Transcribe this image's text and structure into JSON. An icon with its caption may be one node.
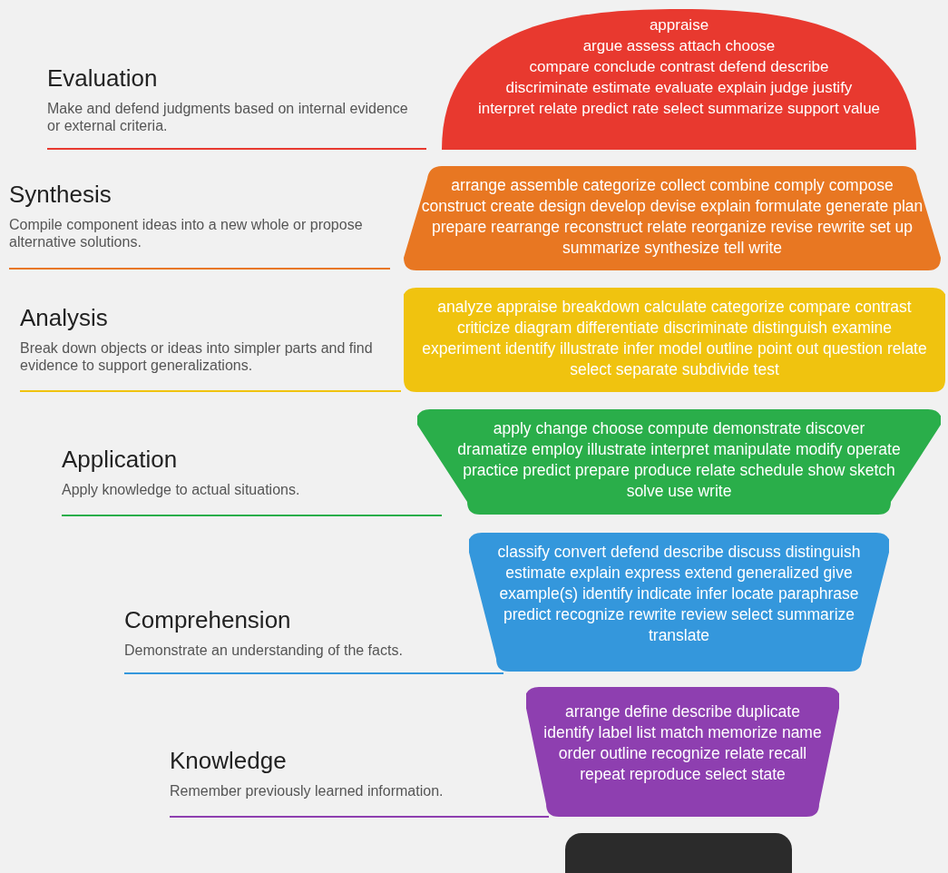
{
  "diagram": {
    "nodes": [
      {
        "text": [
          "appraise argue assess attach choose compare conclude contrast defend describe discriminate estimate evaluate explain judge justify interpret relate predict rate select summarize support value"
        ],
        "beside": [
          "Evaluation",
          "Make and defend judgments based on internal evidence or external criteria."
        ]
      },
      {
        "text": [
          "arrange assemble categorize collect combine comply compose construct create design develop devise explain formulate generate plan prepare rearrange reconstruct relate reorganize revise rewrite set up summarize synthesize tell write"
        ],
        "beside": [
          "Synthesis",
          "Compile component ideas into a new whole or propose alternative solutions."
        ]
      },
      {
        "text": [
          "analyze appraise breakdown calculate categorize compare contrast criticize diagram differentiate discriminate distinguish examine experiment identify illustrate infer model outline point out question relate select separate subdivide test"
        ],
        "beside": [
          "Analysis",
          "Break down objects or ideas into simpler parts and find evidence to support generalizations."
        ]
      },
      {
        "text": [
          "apply change choose compute demonstrate discover dramatize employ illustrate interpret manipulate modify operate practice predict prepare produce relate schedule show sketch solve use write"
        ],
        "beside": [
          "Application",
          "Apply knowledge to actual situations."
        ]
      },
      {
        "text": [
          "classify convert defend describe discuss distinguish estimate explain express extend generalized give example(s) identify indicate infer locate paraphrase predict recognize rewrite review select summarize translate"
        ],
        "beside": [
          "Comprehension",
          "Demonstrate an understanding of the facts."
        ]
      },
      {
        "text": [
          "arrange define describe duplicate identify label list match memorize name order outline recognize relate recall repeat reproduce select state"
        ],
        "beside": [
          "Knowledge",
          "Remember previously learned information."
        ]
      },
      {
        "text": [],
        "shape": "bar"
      }
    ]
  }
}
